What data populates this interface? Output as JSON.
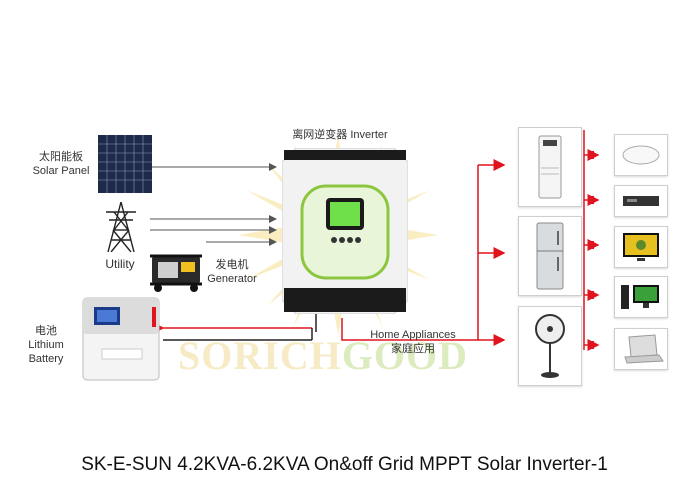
{
  "labels": {
    "inverter": "离网逆变器 Inverter",
    "solar_cn": "太阳能板",
    "solar_en": "Solar Panel",
    "utility": "Utility",
    "generator_cn": "发电机",
    "generator_en": "Generator",
    "battery_cn": "电池",
    "battery_en1": "Lithium",
    "battery_en2": "Battery",
    "home_en": "Home Appliances",
    "home_cn": "家庭应用"
  },
  "watermark": {
    "part1": "SORICH",
    "part2": "GOOD"
  },
  "caption": "SK-E-SUN 4.2KVA-6.2KVA On&off Grid MPPT Solar Inverter-1",
  "colors": {
    "wire_red": "#e0141e",
    "arrow_gray": "#555555",
    "sun": "#f5d76e",
    "leaf_green": "#7cc242"
  }
}
